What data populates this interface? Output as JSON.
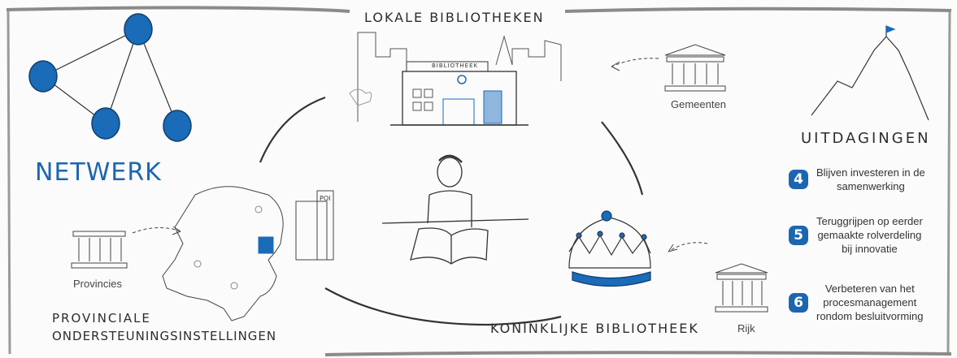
{
  "titles": {
    "local_libraries": "LOKALE BIBLIOTHEKEN",
    "network": "NETWERK",
    "provincial": [
      "PROVINCIALE",
      "ONDERSTEUNINGSINSTELLINGEN"
    ],
    "royal_library": "KONINKLIJKE BIBLIOTHEEK",
    "challenges": "UITDAGINGEN"
  },
  "building_signs": {
    "library_sign": "BIBLIOTHEEK",
    "poi_sign": "POI"
  },
  "stakeholders": {
    "municipalities": "Gemeenten",
    "provinces": "Provincies",
    "state": "Rijk"
  },
  "challenges": [
    {
      "number": "4",
      "text_lines": [
        "Blijven investeren in de",
        "samenwerking"
      ]
    },
    {
      "number": "5",
      "text_lines": [
        "Teruggrijpen op eerder",
        "gemaakte rolverdeling",
        "bij innovatie"
      ]
    },
    {
      "number": "6",
      "text_lines": [
        "Verbeteren van het",
        "procesmanagement",
        "rondom besluitvorming"
      ]
    }
  ],
  "colors": {
    "accent_blue": "#1c66b0",
    "node_blue": "#1a6bb8",
    "ink": "#2d2d2d"
  }
}
